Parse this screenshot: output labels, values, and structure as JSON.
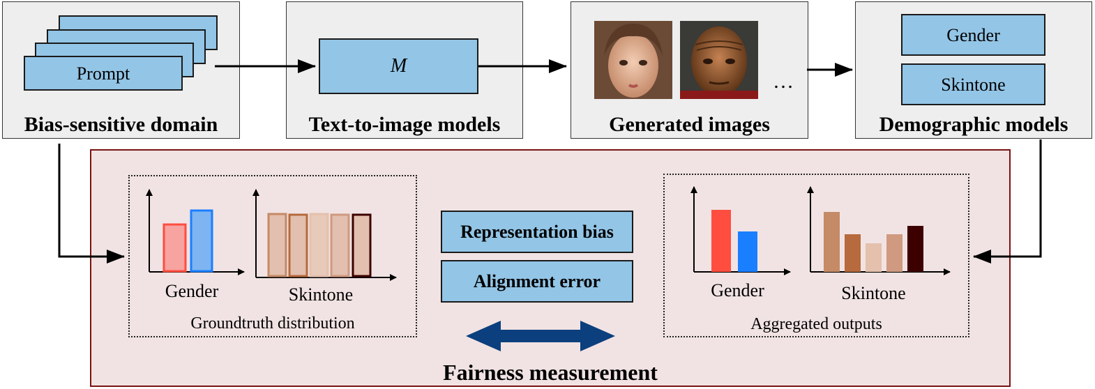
{
  "top_panels": {
    "bias_domain": {
      "title": "Bias-sensitive domain",
      "prompt_label": "Prompt"
    },
    "t2i": {
      "title": "Text-to-image models",
      "model_symbol": "M"
    },
    "generated": {
      "title": "Generated images",
      "ellipsis": "…"
    },
    "demographic": {
      "title": "Demographic models",
      "items": [
        "Gender",
        "Skintone"
      ]
    }
  },
  "fairness": {
    "title": "Fairness measurement",
    "groundtruth": {
      "caption": "Groundtruth distribution",
      "gender_label": "Gender",
      "skintone_label": "Skintone"
    },
    "aggregated": {
      "caption": "Aggregated outputs",
      "gender_label": "Gender",
      "skintone_label": "Skintone"
    },
    "metrics": [
      "Representation bias",
      "Alignment error"
    ]
  },
  "colors": {
    "panel_bg": "#eeeeee",
    "blue_box": "#93c5e6",
    "fairness_bg": "#f1e3e3",
    "fairness_border": "#7a1212",
    "arrow_navy": "#0b3f7e",
    "gender_female": "#ff4d40",
    "gender_male": "#1a7fff",
    "skintones": [
      "#c58a66",
      "#b66a3d",
      "#e4c0ad",
      "#cf9a80",
      "#3d0000"
    ]
  }
}
